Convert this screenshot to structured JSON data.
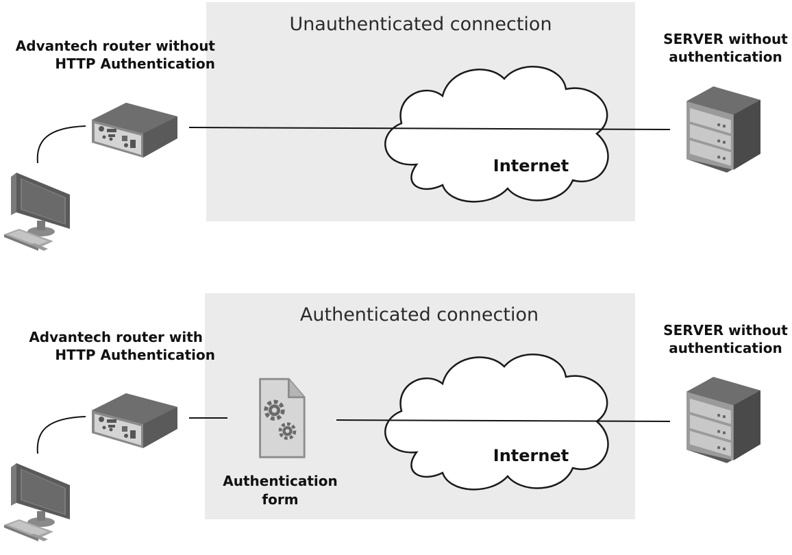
{
  "colors": {
    "zone_fill": "#ebebeb",
    "device_dark": "#5a5a5a",
    "device_mid": "#7c7c7c",
    "device_light": "#a9a9a9",
    "line": "#111111"
  },
  "icons": {
    "router": "router-icon",
    "computer": "desktop-computer-icon",
    "server": "server-rack-icon",
    "cloud": "cloud-icon",
    "form": "gear-document-icon"
  },
  "top": {
    "zone_title": "Unauthenticated connection",
    "router_label": [
      "Advantech router without",
      "HTTP Authentication"
    ],
    "server_label": [
      "SERVER without",
      "authentication"
    ],
    "cloud_label": "Internet"
  },
  "bottom": {
    "zone_title": "Authenticated connection",
    "router_label": [
      "Advantech router with",
      "HTTP Authentication"
    ],
    "server_label": [
      "SERVER without",
      "authentication"
    ],
    "cloud_label": "Internet",
    "form_label": [
      "Authentication",
      "form"
    ]
  }
}
